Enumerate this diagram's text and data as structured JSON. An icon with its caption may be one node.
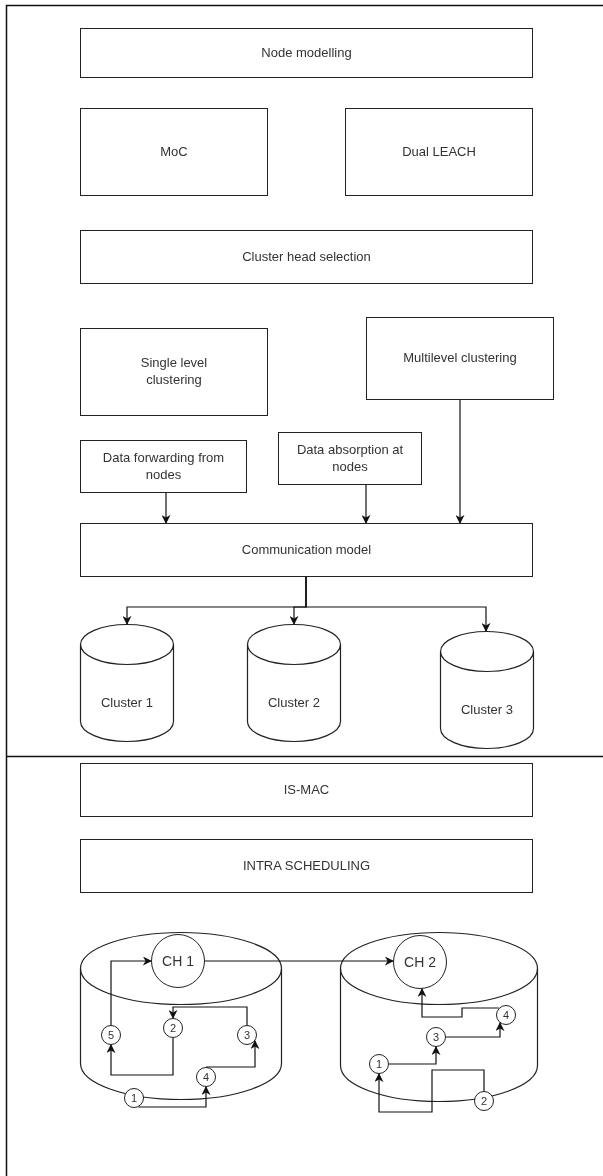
{
  "diagram": {
    "nodes": [
      {
        "text": [
          "Node modelling"
        ]
      },
      {
        "text": [
          "MoC"
        ]
      },
      {
        "text": [
          "Dual LEACH"
        ]
      },
      {
        "text": [
          "Cluster head  selection"
        ]
      },
      {
        "text": [
          "Single level clustering"
        ]
      },
      {
        "text": [
          "Multilevel clustering"
        ]
      },
      {
        "text": [
          "Data forwarding from nodes"
        ]
      },
      {
        "text": [
          "Data absorption at nodes"
        ]
      },
      {
        "text": [
          "Communication model"
        ]
      },
      {
        "text": [
          "Cluster 1"
        ]
      },
      {
        "text": [
          "Cluster 2"
        ]
      },
      {
        "text": [
          "Cluster 3"
        ]
      },
      {
        "text": [
          "IS-MAC"
        ]
      },
      {
        "text": [
          "INTRA SCHEDULING"
        ]
      },
      {
        "text": [],
        "shape": "cylinder"
      },
      {
        "text": [
          "CH 1"
        ],
        "in": 14
      },
      {
        "text": [
          "5"
        ],
        "in": 14
      },
      {
        "text": [
          "2"
        ],
        "in": 14
      },
      {
        "text": [
          "3"
        ],
        "in": 14
      },
      {
        "text": [
          "4"
        ],
        "in": 14
      },
      {
        "text": [
          "1"
        ],
        "in": 14
      },
      {
        "text": [],
        "shape": "cylinder"
      },
      {
        "text": [
          "CH 2"
        ],
        "in": 21
      },
      {
        "text": [
          "4"
        ],
        "in": 21
      },
      {
        "text": [
          "3"
        ],
        "in": 21
      },
      {
        "text": [
          "1"
        ],
        "in": 21
      },
      {
        "text": [
          "2"
        ],
        "in": 21
      }
    ],
    "edges": [
      {
        "from": 6,
        "to": 8,
        "arrow": "to"
      },
      {
        "from": 7,
        "to": 8,
        "arrow": "to"
      },
      {
        "from": 5,
        "to": 8,
        "arrow": "to"
      },
      {
        "from": 8,
        "to": 9,
        "arrow": "to"
      },
      {
        "from": 8,
        "to": 10,
        "arrow": "to"
      },
      {
        "from": 8,
        "to": 11,
        "arrow": "to"
      },
      {
        "from": 15,
        "to": 22,
        "arrow": "to"
      },
      {
        "from": 16,
        "to": 15,
        "arrow": "to"
      },
      {
        "from": 18,
        "to": 17,
        "arrow": "to"
      },
      {
        "from": 17,
        "to": 16,
        "arrow": "to"
      },
      {
        "from": 19,
        "to": 18,
        "arrow": "to"
      },
      {
        "from": 20,
        "to": 19,
        "arrow": "to"
      },
      {
        "from": 26,
        "to": 25,
        "arrow": "to"
      },
      {
        "from": 25,
        "to": 24,
        "arrow": "to"
      },
      {
        "from": 24,
        "to": 23,
        "arrow": "to"
      },
      {
        "from": 23,
        "to": 22,
        "arrow": "to"
      }
    ]
  }
}
